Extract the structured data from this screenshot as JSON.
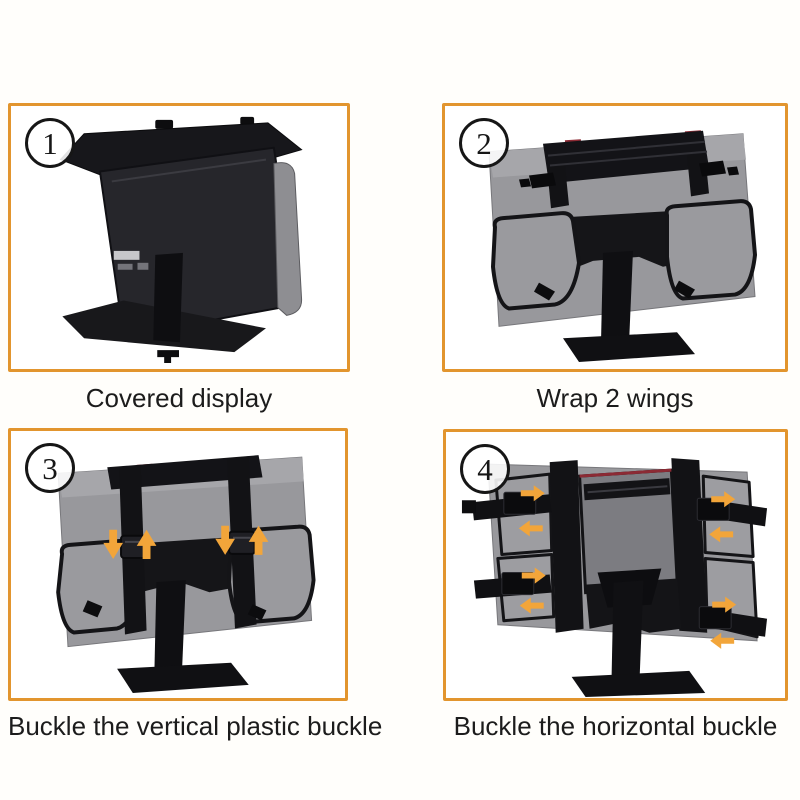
{
  "figure": {
    "background_color": "#fffefb",
    "panel_border_color": "#e2952e",
    "arrow_color": "#f2a53a",
    "badge_border_color": "#161616",
    "caption_color": "#1c1c1c",
    "fabric_gray": "#98989c",
    "strap_black": "#121215",
    "red_accent": "#8c2a34"
  },
  "steps": [
    {
      "number": "1",
      "caption": "Covered display"
    },
    {
      "number": "2",
      "caption": "Wrap 2 wings"
    },
    {
      "number": "3",
      "caption": "Buckle the vertical plastic buckle"
    },
    {
      "number": "4",
      "caption": "Buckle the horizontal buckle"
    }
  ]
}
